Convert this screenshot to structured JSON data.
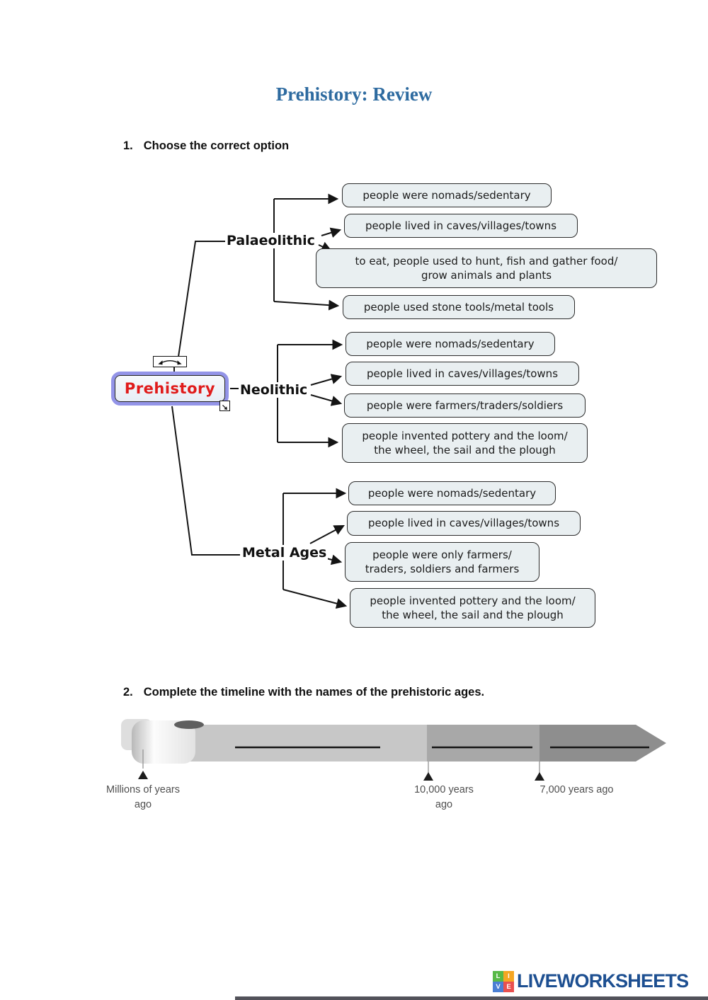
{
  "title": "Prehistory: Review",
  "questions": {
    "q1": {
      "number": "1.",
      "text": "Choose the correct option"
    },
    "q2": {
      "number": "2.",
      "text": "Complete the timeline with the names of the prehistoric ages."
    }
  },
  "mindmap": {
    "root": "Prehistory",
    "branches": [
      {
        "label": "Palaeolithic",
        "options": [
          "people were nomads/sedentary",
          "people lived in caves/villages/towns",
          "to eat, people used to hunt, fish and gather food/\ngrow animals and plants",
          "people used stone tools/metal tools"
        ]
      },
      {
        "label": "Neolithic",
        "options": [
          "people were nomads/sedentary",
          "people lived in caves/villages/towns",
          "people were farmers/traders/soldiers",
          "people invented pottery and the loom/\nthe wheel, the sail and the plough"
        ]
      },
      {
        "label": "Metal Ages",
        "options": [
          "people were nomads/sedentary",
          "people lived in caves/villages/towns",
          "people were only farmers/\ntraders, soldiers and farmers",
          "people invented pottery and the loom/\nthe wheel, the sail and the plough"
        ]
      }
    ]
  },
  "timeline": {
    "markers": [
      {
        "label": "Millions of years\nago"
      },
      {
        "label": "10,000 years\nago"
      },
      {
        "label": "7,000 years ago"
      }
    ]
  },
  "footer": {
    "logo_text": "LIVEWORKSHEETS",
    "logo_squares": [
      "L",
      "I",
      "V",
      "E"
    ]
  },
  "colors": {
    "title_blue": "#2e6ba0",
    "node_red": "#e01b1b",
    "node_border": "#9394e8",
    "box_fill": "#e9eff1",
    "line_dark": "#141414",
    "logo_navy": "#1d4f91",
    "logo_green": "#58b947",
    "logo_orange": "#f5a623",
    "logo_blue": "#4a7fd4",
    "logo_red": "#e8504f",
    "timeline_light": "#c7c7c7",
    "timeline_mid": "#a8a8a8",
    "timeline_dark": "#8e8e8e"
  }
}
